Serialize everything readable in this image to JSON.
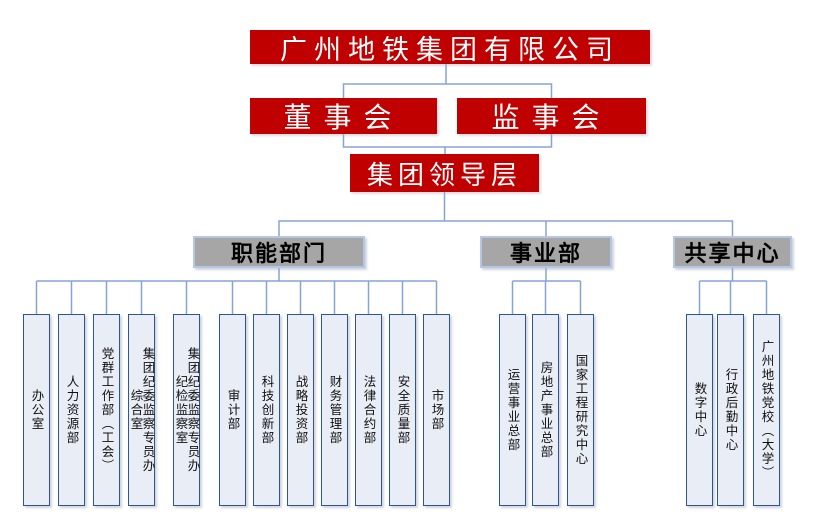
{
  "org": {
    "company": "广州地铁集团有限公司",
    "board": "董事会",
    "supervisors": "监事会",
    "leadership": "集团领导层",
    "groups": [
      {
        "label": "职能部门",
        "children": [
          "办公室",
          "人力资源部",
          "党群工作部（工会）",
          "集团纪委监察专员办\n综合室",
          "集团纪委监察专员办\n纪检监察室",
          "审计部",
          "科技创新部",
          "战略投资部",
          "财务管理部",
          "法律合约部",
          "安全质量部",
          "市场部"
        ]
      },
      {
        "label": "事业部",
        "children": [
          "运营事业总部",
          "房地产事业总部",
          "国家工程研究中心"
        ]
      },
      {
        "label": "共享中心",
        "children": [
          "数字中心",
          "行政后勤中心",
          "广州地铁党校（大学）"
        ]
      }
    ],
    "colors": {
      "box_red": "#C00000",
      "header_gray": "#A6A6A6",
      "connector_blue": "#85A3D6",
      "dept_fill": "#E9EDF6",
      "dept_border": "#2E5697"
    }
  }
}
